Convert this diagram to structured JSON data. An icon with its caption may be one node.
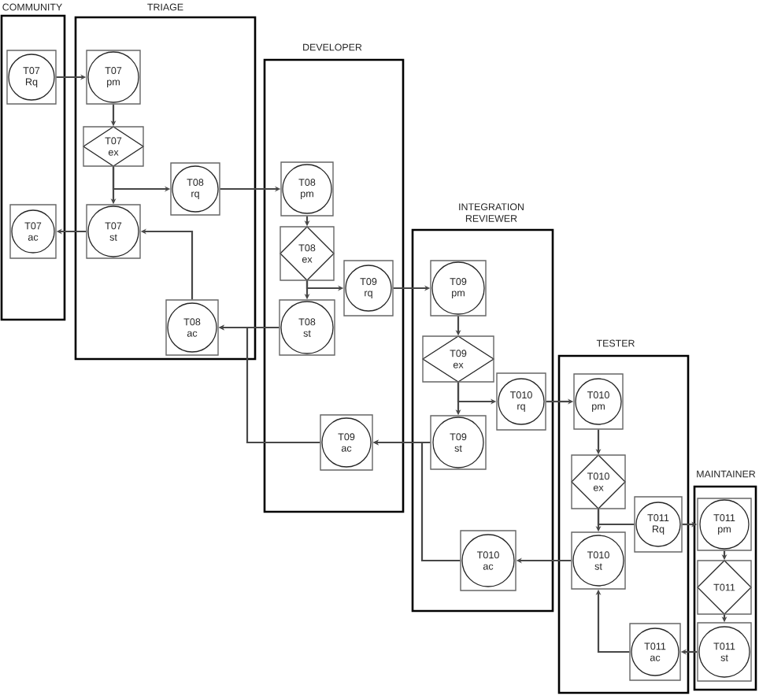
{
  "diagram": {
    "nodes": [
      {
        "text": [
          "COMMUNITY"
        ]
      },
      {
        "text": [
          "T07 Rq"
        ],
        "in": 0
      },
      {
        "text": [
          "T07 ac"
        ],
        "in": 0
      },
      {
        "text": [
          "TRIAGE"
        ]
      },
      {
        "text": [
          "T07 pm"
        ],
        "in": 3
      },
      {
        "text": [
          "T07 ex"
        ],
        "in": 3
      },
      {
        "text": [
          "T08 rq"
        ],
        "in": 3
      },
      {
        "text": [
          "T07 st"
        ],
        "in": 3
      },
      {
        "text": [
          "T08 ac"
        ],
        "in": 3
      },
      {
        "text": [
          "DEVELOPER"
        ]
      },
      {
        "text": [
          "T08 pm"
        ],
        "in": 9
      },
      {
        "text": [
          "T08 ex"
        ],
        "in": 9
      },
      {
        "text": [
          "T09 rq"
        ],
        "in": 9
      },
      {
        "text": [
          "T08 st"
        ],
        "in": 9
      },
      {
        "text": [
          "T09 ac"
        ],
        "in": 9
      },
      {
        "text": [
          "INTEGRATION REVIEWER"
        ]
      },
      {
        "text": [
          "T09 pm"
        ],
        "in": 15
      },
      {
        "text": [
          "T09 ex"
        ],
        "in": 15
      },
      {
        "text": [
          "T010 rq"
        ],
        "in": 15
      },
      {
        "text": [
          "T09 st"
        ],
        "in": 15
      },
      {
        "text": [
          "T010 ac"
        ],
        "in": 15
      },
      {
        "text": [
          "TESTER"
        ]
      },
      {
        "text": [
          "T010 pm"
        ],
        "in": 21
      },
      {
        "text": [
          "T010 ex"
        ],
        "in": 21
      },
      {
        "text": [
          "T011 Rq"
        ],
        "in": 21
      },
      {
        "text": [
          "T010 st"
        ],
        "in": 21
      },
      {
        "text": [
          "T011 ac"
        ],
        "in": 21
      },
      {
        "text": [
          "MAINTAINER"
        ]
      },
      {
        "text": [
          "T011 pm"
        ],
        "in": 27
      },
      {
        "text": [
          "T011"
        ],
        "in": 27
      },
      {
        "text": [
          "T011 st"
        ],
        "in": 27
      }
    ],
    "edges": [
      {
        "from": 1,
        "to": 4,
        "arrow": "to"
      },
      {
        "from": 4,
        "to": 5,
        "arrow": "to"
      },
      {
        "from": 5,
        "to": 7,
        "arrow": "to"
      },
      {
        "from": 5,
        "to": 6,
        "arrow": "to"
      },
      {
        "from": 7,
        "to": 2,
        "arrow": "to"
      },
      {
        "from": 6,
        "to": 10,
        "arrow": "to"
      },
      {
        "from": 8,
        "to": 7,
        "arrow": "to"
      },
      {
        "from": 10,
        "to": 11,
        "arrow": "to"
      },
      {
        "from": 11,
        "to": 13,
        "arrow": "to"
      },
      {
        "from": 11,
        "to": 12,
        "arrow": "to"
      },
      {
        "from": 13,
        "to": 8,
        "arrow": "to"
      },
      {
        "from": 14,
        "to": 8,
        "arrow": "to"
      },
      {
        "from": 12,
        "to": 16,
        "arrow": "to"
      },
      {
        "from": 16,
        "to": 17,
        "arrow": "to"
      },
      {
        "from": 17,
        "to": 19,
        "arrow": "to"
      },
      {
        "from": 17,
        "to": 18,
        "arrow": "to"
      },
      {
        "from": 19,
        "to": 14,
        "arrow": "to"
      },
      {
        "from": 20,
        "to": 14,
        "arrow": "to"
      },
      {
        "from": 18,
        "to": 22,
        "arrow": "to"
      },
      {
        "from": 22,
        "to": 23,
        "arrow": "to"
      },
      {
        "from": 23,
        "to": 25,
        "arrow": "to"
      },
      {
        "from": 23,
        "to": 24,
        "arrow": "none"
      },
      {
        "from": 25,
        "to": 20,
        "arrow": "to"
      },
      {
        "from": 24,
        "to": 28,
        "arrow": "to"
      },
      {
        "from": 28,
        "to": 29,
        "arrow": "to"
      },
      {
        "from": 29,
        "to": 30,
        "arrow": "to"
      },
      {
        "from": 30,
        "to": 26,
        "arrow": "to"
      },
      {
        "from": 26,
        "to": 25,
        "arrow": "to"
      }
    ]
  }
}
